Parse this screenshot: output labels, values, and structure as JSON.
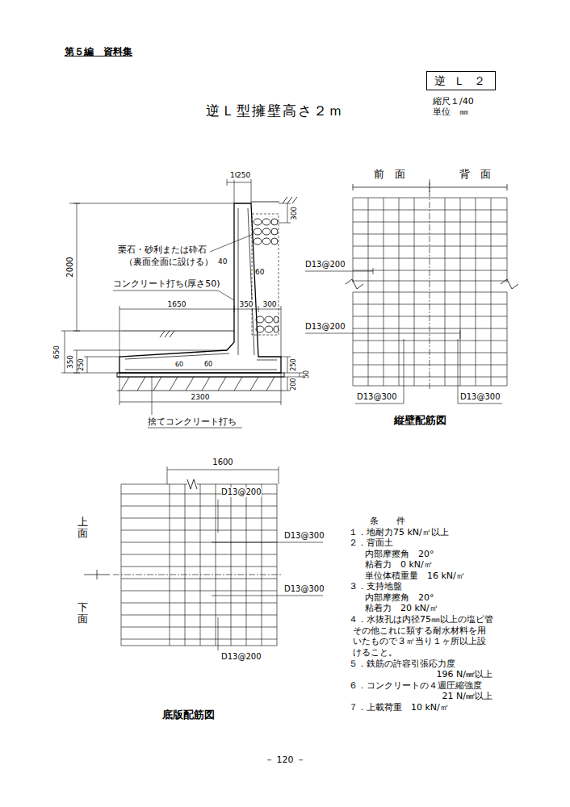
{
  "diagram": {
    "title": "逆Ｌ型擁壁高さ２ｍ",
    "nodes": [
      {
        "text": [
          "逆 Ｌ ２"
        ]
      }
    ],
    "labels": [
      "第５編　資料集",
      "縮尺１/40",
      "単位　㎜",
      "100",
      "250",
      "2000",
      "300",
      "栗石・砂利または砕石",
      "（裏面全面に設ける）",
      "40",
      "60",
      "コンクリート打ち(厚さ50)",
      "1650",
      "350",
      "300",
      "650",
      "350",
      "250",
      "60",
      "60",
      "250",
      "50",
      "200",
      "2300",
      "捨てコンクリート打ち",
      "前　面",
      "背　面",
      "D13@200",
      "D13@200",
      "D13@300",
      "D13@300",
      "縦壁配筋図",
      "1600",
      "D13@200",
      "D13@300",
      "D13@300",
      "D13@200",
      "上　面",
      "下　面",
      "底版配筋図",
      "条　　件",
      "１．地耐力75 kN/㎡以上",
      "２．背面土",
      "内部摩擦角　20°",
      "粘着力　0 kN/㎡",
      "単位体積重量　16 kN/㎥",
      "３．支持地盤",
      "内部摩擦角　20°",
      "粘着力　20 kN/㎡",
      "４．水抜孔は内径75㎜以上の塩ビ管 その他これに類する耐水材料を用 いたもので３㎡当り１ヶ所以上設 けること。",
      "５．鉄筋の許容引張応力度",
      "196 N/㎟以上",
      "６．コンクリートの４週圧縮強度",
      "21 N/㎟以上",
      "７．上載荷重　10 kN/㎡",
      "－ 120 －"
    ]
  }
}
